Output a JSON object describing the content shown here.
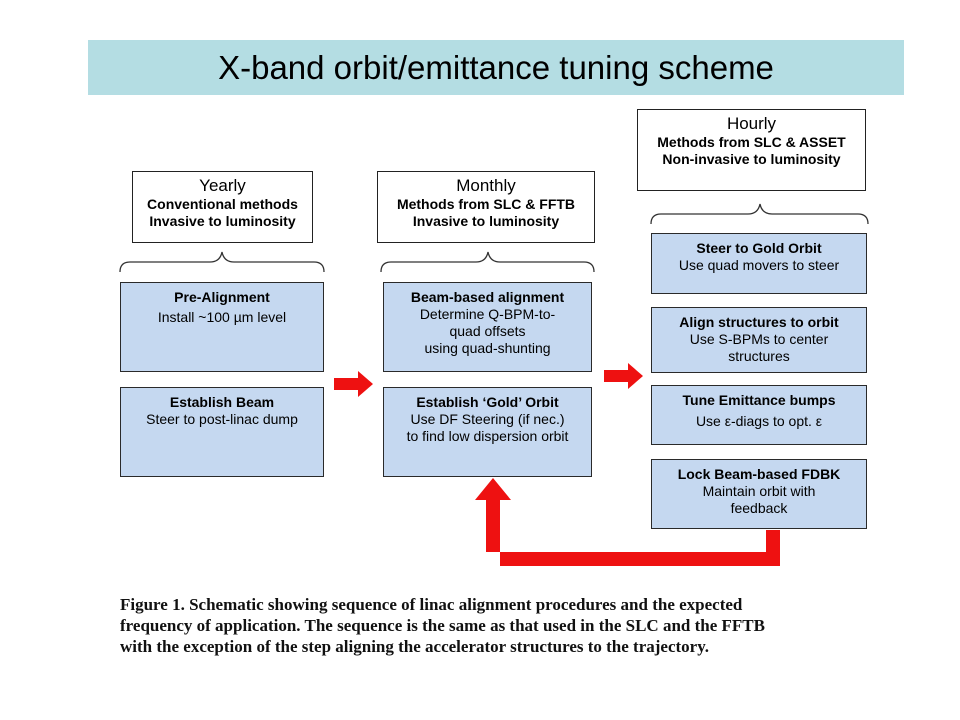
{
  "title": "X-band orbit/emittance tuning scheme",
  "headers": {
    "yearly": {
      "title": "Yearly",
      "line1": "Conventional methods",
      "line2": "Invasive to luminosity"
    },
    "monthly": {
      "title": "Monthly",
      "line1": "Methods from SLC & FFTB",
      "line2": "Invasive to luminosity"
    },
    "hourly": {
      "title": "Hourly",
      "line1": "Methods from SLC & ASSET",
      "line2": "Non-invasive to luminosity"
    }
  },
  "steps": {
    "pre_alignment": {
      "title": "Pre-Alignment",
      "lines": [
        "Install ~100 µm level"
      ]
    },
    "establish_beam": {
      "title": "Establish Beam",
      "lines": [
        "Steer to post-linac dump"
      ]
    },
    "beam_based": {
      "title": "Beam-based alignment",
      "lines": [
        "Determine Q-BPM-to-",
        "quad offsets",
        "using quad-shunting"
      ]
    },
    "gold_orbit": {
      "title": "Establish ‘Gold’ Orbit",
      "lines": [
        "Use DF Steering (if nec.)",
        "to find low dispersion orbit"
      ]
    },
    "steer_gold": {
      "title": "Steer to Gold Orbit",
      "lines": [
        "Use quad movers to steer"
      ]
    },
    "align_structures": {
      "title": "Align structures to orbit",
      "lines": [
        "Use S-BPMs to center",
        "structures"
      ]
    },
    "tune_emittance": {
      "title": "Tune Emittance bumps",
      "lines": [
        "Use ε-diags to opt. ε"
      ]
    },
    "lock_fdbk": {
      "title": "Lock Beam-based FDBK",
      "lines": [
        "Maintain orbit with",
        "feedback"
      ]
    }
  },
  "caption": {
    "line1": "Figure 1. Schematic showing sequence of linac alignment procedures and the expected",
    "line2": "frequency of application. The sequence is the same as that used in the SLC and the FFTB",
    "line3": "with the exception of the step aligning the accelerator structures to the trajectory."
  },
  "colors": {
    "title_bg": "#b4dde3",
    "box_fill": "#c5d8f0",
    "arrow": "#ee1111"
  }
}
